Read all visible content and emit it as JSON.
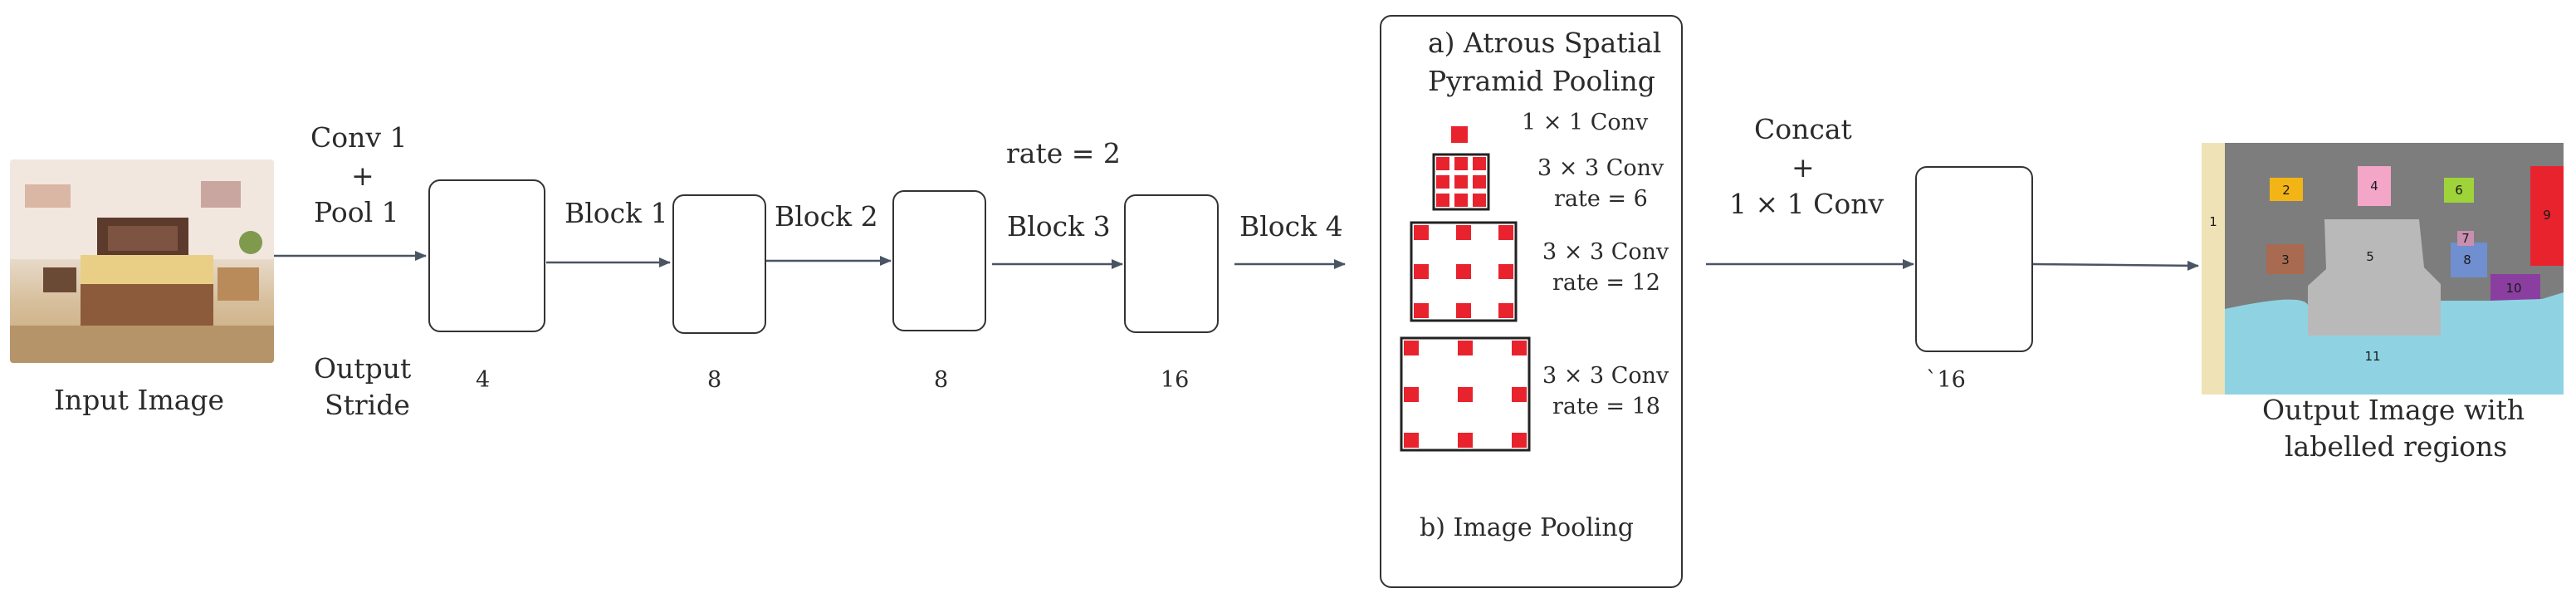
{
  "input": {
    "label": "Input Image"
  },
  "stage1": {
    "label_line1": "Conv 1",
    "label_line2": "+",
    "label_line3": "Pool 1",
    "stride_label_1": "Output",
    "stride_label_2": "Stride",
    "stride": "4"
  },
  "block1": {
    "label": "Block 1",
    "stride": "8"
  },
  "block2": {
    "label": "Block 2",
    "stride": "8"
  },
  "block3": {
    "label": "Block 3",
    "rate": "rate = 2",
    "stride": "16"
  },
  "block4": {
    "label": "Block 4"
  },
  "aspp": {
    "title_line1": "a) Atrous Spatial",
    "title_line2": "Pyramid Pooling",
    "conv1": "1 × 1 Conv",
    "conv2": "3 × 3 Conv",
    "conv2_rate": "rate = 6",
    "conv3": "3 × 3 Conv",
    "conv3_rate": "rate = 12",
    "conv4": "3 × 3 Conv",
    "conv4_rate": "rate = 18",
    "pooling": "b)  Image Pooling"
  },
  "concat": {
    "line1": "Concat",
    "line2": "+",
    "line3": "1 × 1 Conv",
    "stride": "`16"
  },
  "output": {
    "label_line1": "Output Image with",
    "label_line2": "labelled regions",
    "regions": [
      "1",
      "2",
      "3",
      "4",
      "5",
      "6",
      "7",
      "8",
      "9",
      "10",
      "11"
    ]
  },
  "colors": {
    "stroke": "#333333",
    "arrow": "#4a5563",
    "kernel": "#e8232e"
  }
}
